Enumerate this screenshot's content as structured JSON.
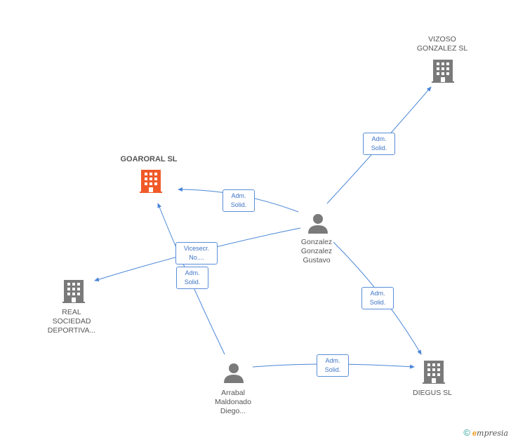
{
  "nodes": {
    "vizoso": {
      "lines": [
        "VIZOSO",
        "GONZALEZ SL"
      ]
    },
    "goaroral": {
      "lines": [
        "GOARORAL SL"
      ]
    },
    "gonzalez": {
      "lines": [
        "Gonzalez",
        "Gonzalez",
        "Gustavo"
      ]
    },
    "real": {
      "lines": [
        "REAL",
        "SOCIEDAD",
        "DEPORTIVA..."
      ]
    },
    "diegus": {
      "lines": [
        "DIEGUS SL"
      ]
    },
    "arrabal": {
      "lines": [
        "Arrabal",
        "Maldonado",
        "Diego..."
      ]
    }
  },
  "edges": {
    "gonzalez_vizoso": [
      "Adm.",
      "Solid."
    ],
    "gonzalez_goaroral": [
      "Adm.",
      "Solid."
    ],
    "gonzalez_real": [
      "Vicesecr.",
      "No...."
    ],
    "arrabal_goaroral": [
      "Adm.",
      "Solid."
    ],
    "gonzalez_diegus": [
      "Adm.",
      "Solid."
    ],
    "arrabal_diegus": [
      "Adm.",
      "Solid."
    ]
  },
  "colors": {
    "edge": "#4a86d8",
    "company": "#7a7a7a",
    "highlight": "#f05a28",
    "person": "#7a7a7a"
  },
  "footer": {
    "copyright": "©",
    "brand_e": "e",
    "brand_rest": "mpresia"
  }
}
